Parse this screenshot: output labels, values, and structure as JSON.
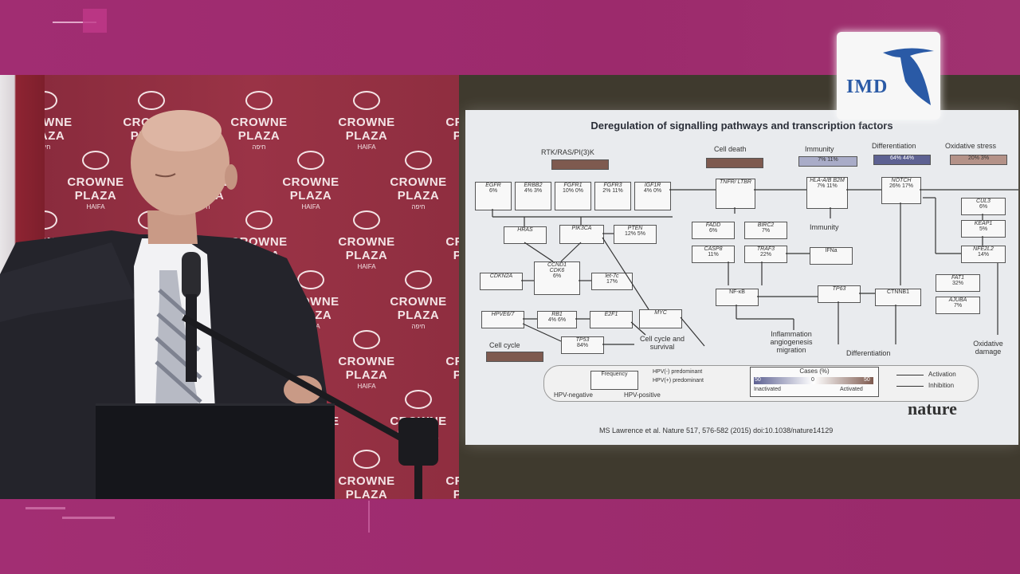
{
  "backdrop": {
    "logo_name": "CROWNE PLAZA",
    "logo_sub_hebrew": "חיפה",
    "logo_sub_latin": "HAIFA"
  },
  "corner_logo": {
    "text": "IMD"
  },
  "slide": {
    "title": "Deregulation of signalling pathways and transcription factors",
    "sections": {
      "rtk": "RTK/RAS/PI(3)K",
      "cell_death": "Cell death",
      "immunity": "Immunity",
      "differentiation": "Differentiation",
      "oxidative_stress": "Oxidative stress",
      "cell_cycle": "Cell cycle"
    },
    "genes": {
      "egfr": "EGFR",
      "erbb2": "ERBB2",
      "fgfr1": "FGFR1",
      "fgfr3": "FGFR3",
      "igf1r": "IGF1R",
      "tnfr": "TNFR/ LTBR",
      "hla": "HLA-A/B B2M",
      "notch": "NOTCH",
      "cul3": "CUL3",
      "keap1": "KEAP1",
      "nfe2l2": "NFE2L2",
      "hras": "HRAS",
      "pik3ca": "PIK3CA",
      "pten": "PTEN",
      "fadd": "FADD",
      "birc2": "BIRC2",
      "casp8": "CASP8",
      "traf3": "TRAF3",
      "ifna": "IFNa",
      "immunity_label": "Immunity",
      "ccnd1": "CCND1",
      "cdk6": "CDK6",
      "cdkn2a": "CDKN2A",
      "let7c": "let-7c",
      "nfkb": "NF-κB",
      "tp63": "TP63",
      "ctnnb1": "CTNNB1",
      "fat1": "FAT1",
      "ajuba": "AJUBA",
      "hpve67": "HPVE6/7",
      "rb1": "RB1",
      "e2f1": "E2F1",
      "myc": "MYC",
      "tp53": "TP53"
    },
    "values": {
      "egfr": "6%",
      "erbb2": "4% 3%",
      "fgfr1": "10% 0%",
      "fgfr3": "2% 11%",
      "igf1r": "4% 0%",
      "immunity_a": "7%",
      "immunity_b": "11%",
      "diff_a": "64%",
      "diff_b": "44%",
      "ox_a": "20%",
      "ox_b": "3%",
      "hla": "7% 11%",
      "notch": "26% 17%",
      "cul3": "6%",
      "keap1": "5%",
      "nfe2l2": "14%",
      "pten": "12% 5%",
      "fadd": "6%",
      "birc2": "7%",
      "casp8": "11%",
      "traf3": "22%",
      "cdk6": "6%",
      "let7c": "17%",
      "rb1": "4% 6%",
      "tp53": "84%",
      "fat1": "32%",
      "ajuba": "7%"
    },
    "outputs": {
      "cell_cycle_survival": "Cell cycle and survival",
      "inflammation": "Inflammation angiogenesis migration",
      "differentiation": "Differentiation",
      "oxidative_damage": "Oxidative damage"
    },
    "legend": {
      "frequency": "Frequency",
      "hpv_neg_pred": "HPV(-) predominant",
      "hpv_pos_pred": "HPV(+) predominant",
      "hpv_negative": "HPV-negative",
      "hpv_positive": "HPV-positive",
      "cases": "Cases (%)",
      "scale_left": "50",
      "scale_mid": "0",
      "scale_right": "50",
      "inactivated": "Inactivated",
      "activated": "Activated",
      "activation": "Activation",
      "inhibition": "Inhibition"
    },
    "reference": "MS Lawrence et al. Nature 517, 576-582 (2015) doi:10.1038/nature14129",
    "journal": "nature"
  }
}
